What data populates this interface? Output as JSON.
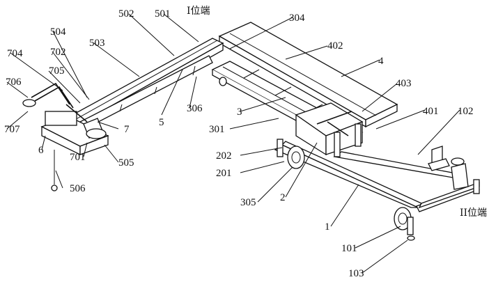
{
  "end_labels": {
    "end_one": "I位端",
    "end_two": "II位端"
  },
  "callouts": {
    "c502": "502",
    "c501": "501",
    "c304": "304",
    "c504": "504",
    "c503": "503",
    "c702": "702",
    "c704": "704",
    "c705": "705",
    "c706": "706",
    "c402": "402",
    "c4": "4",
    "c403": "403",
    "c401": "401",
    "c102": "102",
    "c306": "306",
    "c5": "5",
    "c3": "3",
    "c707": "707",
    "c7": "7",
    "c301": "301",
    "c6": "6",
    "c701": "701",
    "c505": "505",
    "c202": "202",
    "c201": "201",
    "c506": "506",
    "c305": "305",
    "c2": "2",
    "c1": "1",
    "c101": "101",
    "c103": "103"
  }
}
